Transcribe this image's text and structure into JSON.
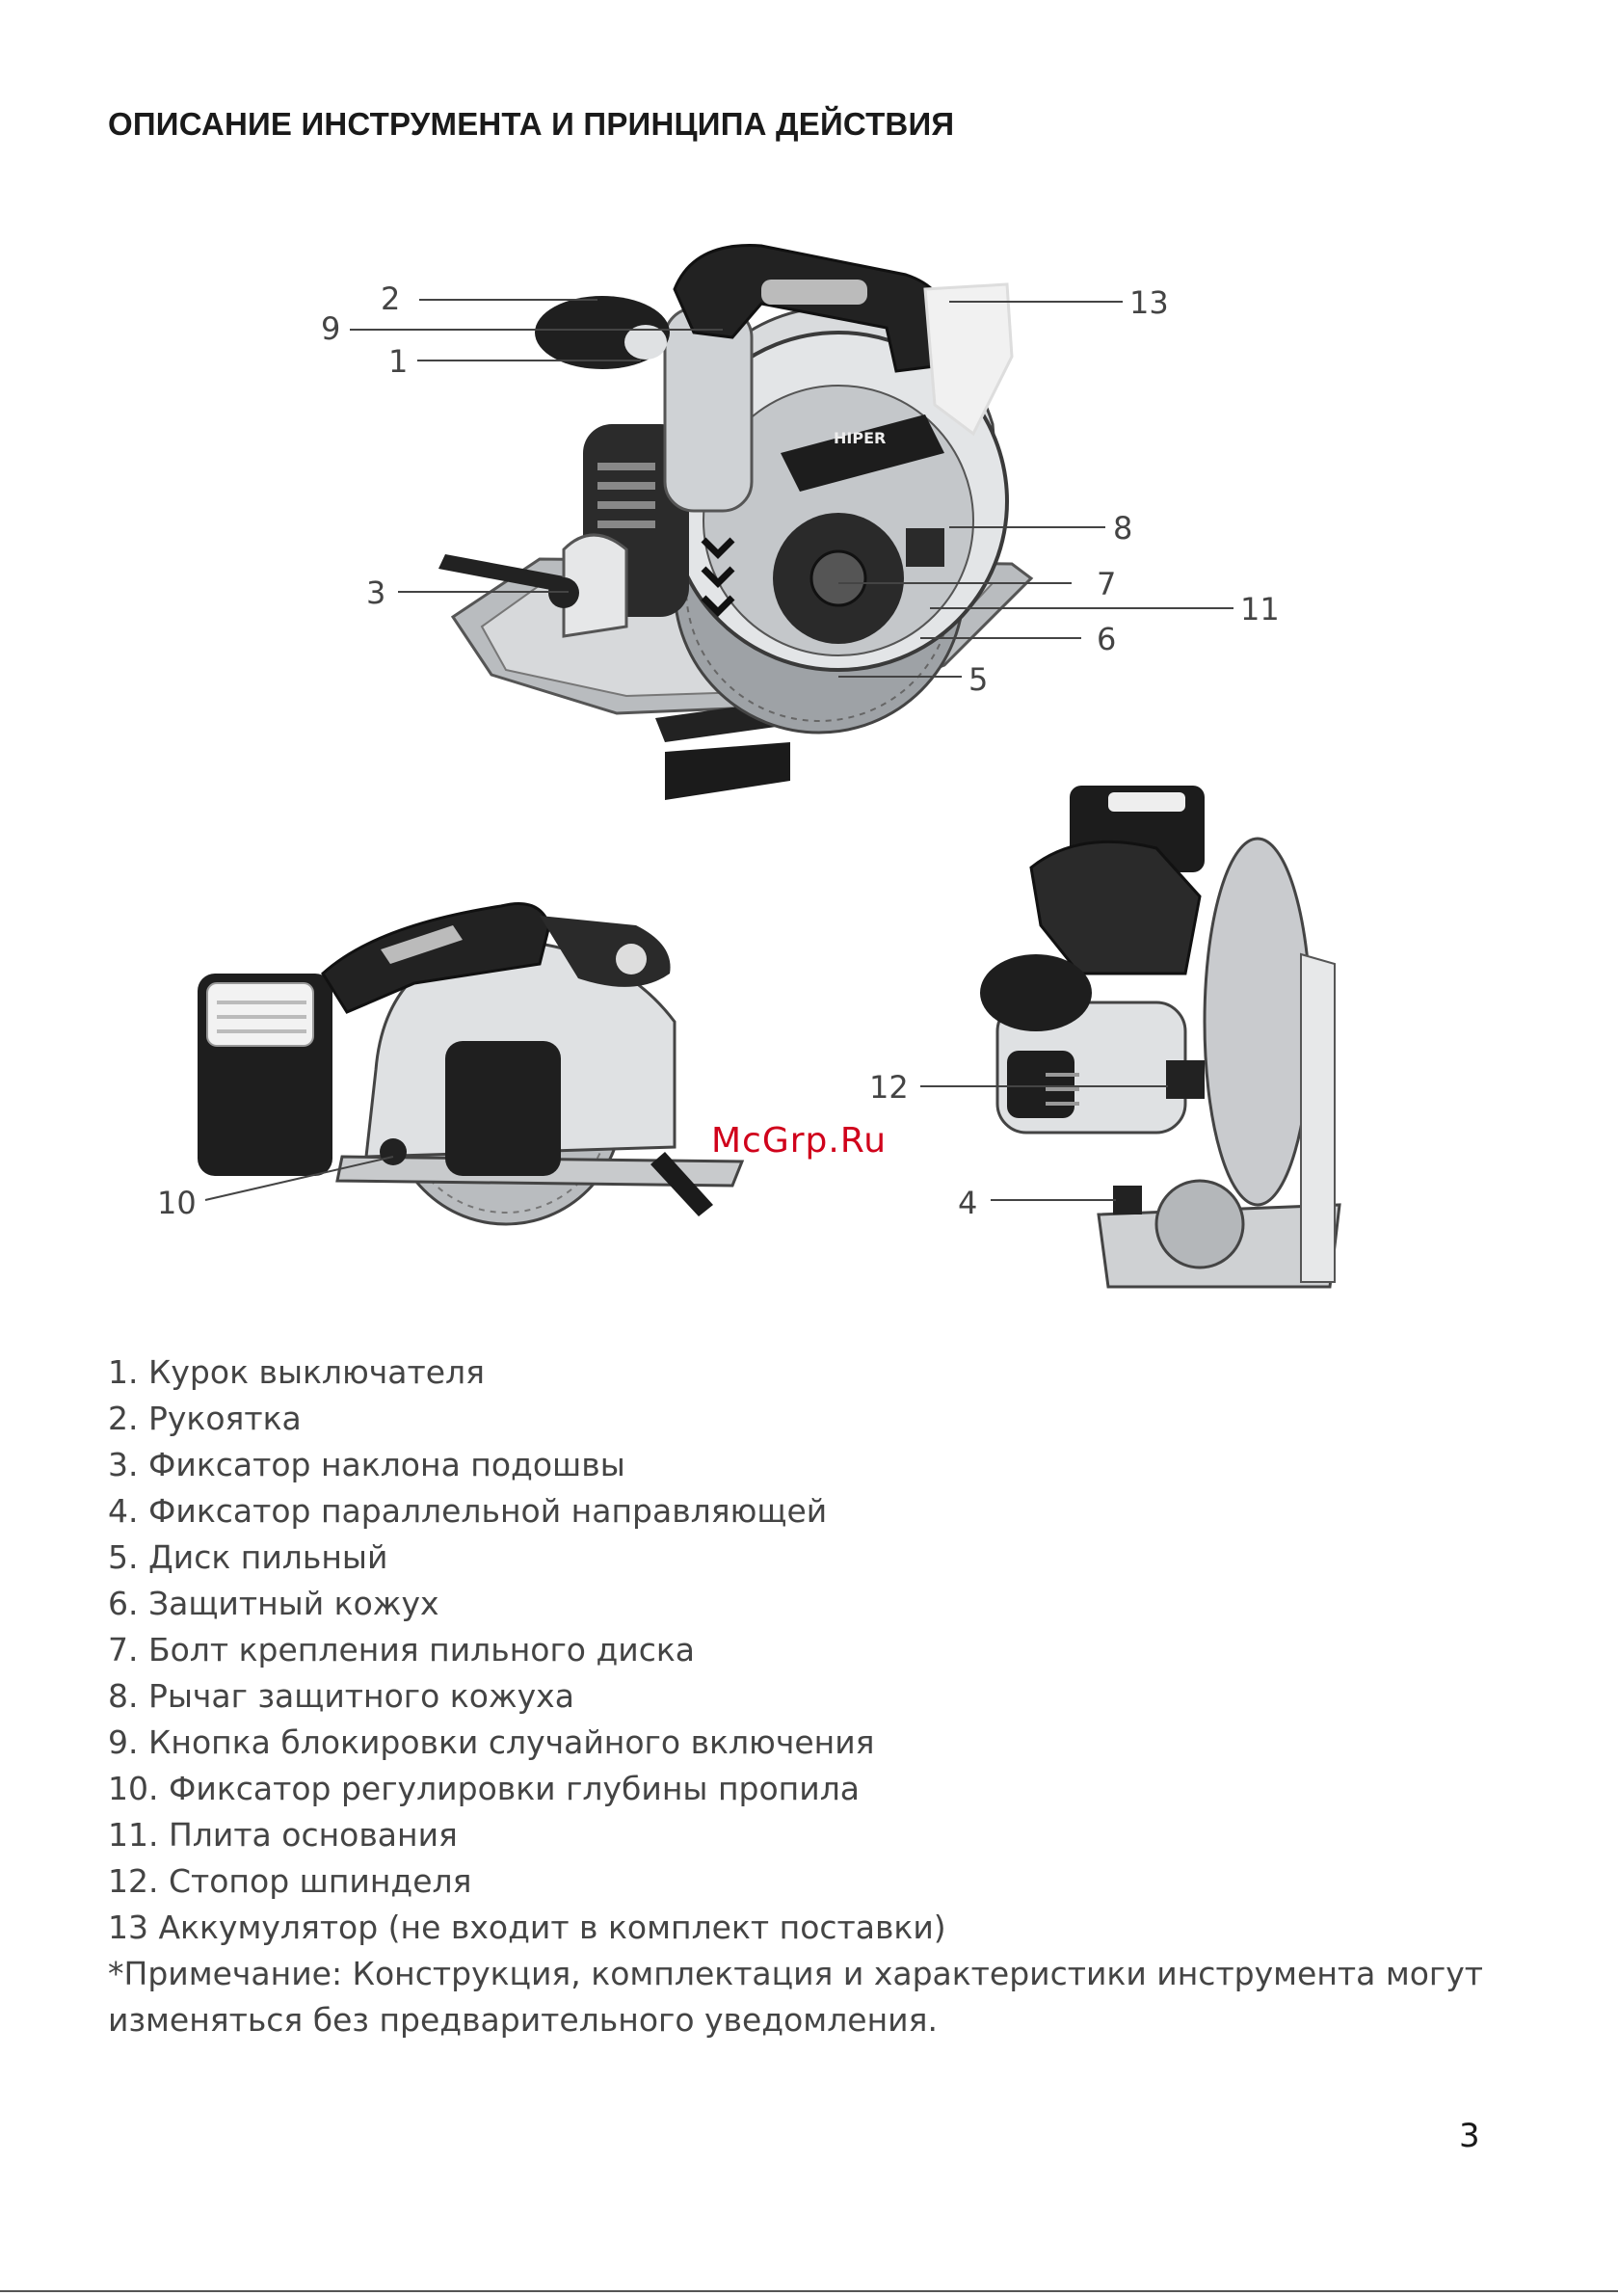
{
  "heading": "ОПИСАНИЕ ИНСТРУМЕНТА И ПРИНЦИПА ДЕЙСТВИЯ",
  "brand_logo": "HIPER",
  "callouts": [
    "1",
    "2",
    "3",
    "4",
    "5",
    "6",
    "7",
    "8",
    "9",
    "10",
    "11",
    "12",
    "13"
  ],
  "watermark": "McGrp.Ru",
  "legend": [
    "1. Курок выключателя",
    "2. Рукоятка",
    "3. Фиксатор наклона подошвы",
    "4. Фиксатор параллельной направляющей",
    "5. Диск пильный",
    "6. Защитный кожух",
    "7. Болт крепления пильного диска",
    "8. Рычаг защитного кожуха",
    "9. Кнопка блокировки случайного включения",
    "10. Фиксатор регулировки глубины пропила",
    "11. Плита основания",
    "12. Стопор шпинделя",
    "13 Аккумулятор (не входит в комплект поставки)"
  ],
  "note": "*Примечание: Конструкция, комплектация и характеристики инструмента могут изменяться без предварительного уведомления.",
  "page_number": "3"
}
